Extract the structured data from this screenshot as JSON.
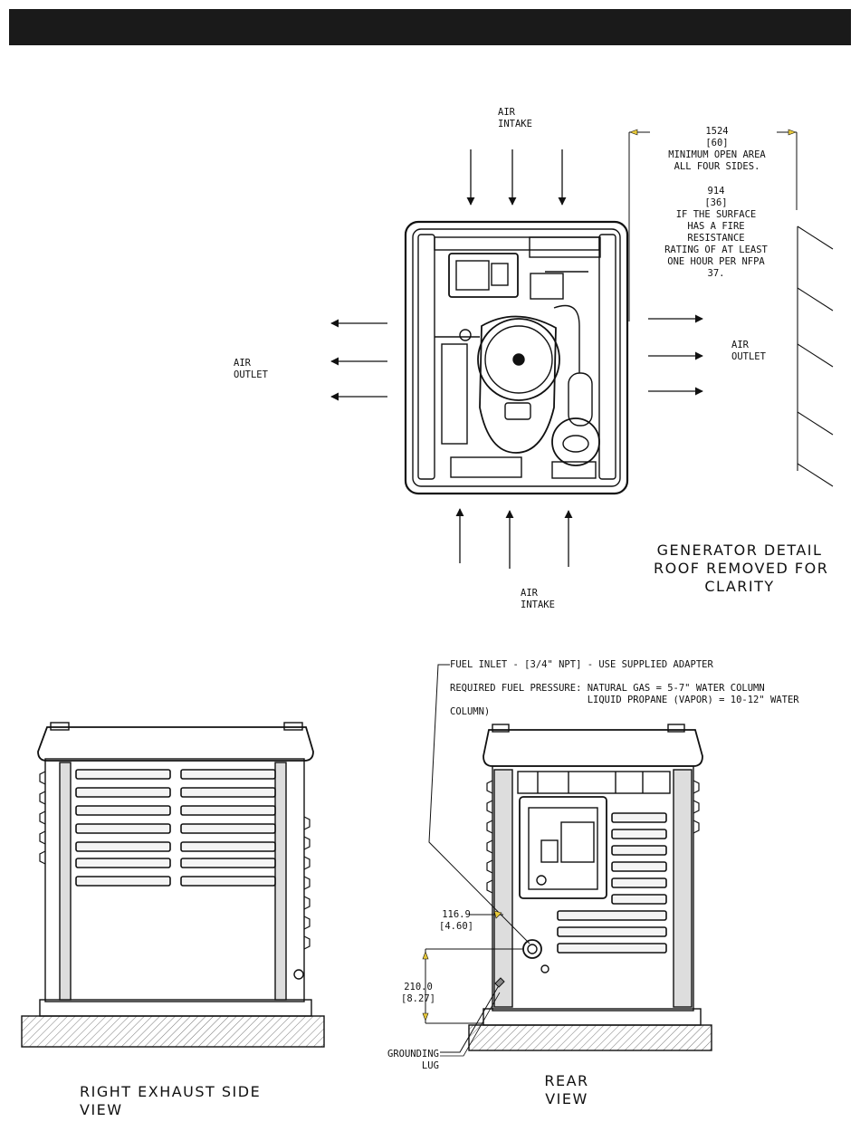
{
  "top_detail": {
    "air_intake_top": "AIR\nINTAKE",
    "air_intake_bottom": "AIR\nINTAKE",
    "air_outlet_left": "AIR\nOUTLET",
    "air_outlet_right": "AIR\nOUTLET",
    "clearance_note_1": "1524\n[60]\nMINIMUM OPEN AREA\nALL FOUR SIDES.",
    "clearance_note_2": "914\n[36]\nIF THE SURFACE\nHAS A FIRE\nRESISTANCE\nRATING OF AT LEAST\nONE HOUR PER NFPA\n37.",
    "caption": "GENERATOR DETAIL\nROOF REMOVED FOR\nCLARITY"
  },
  "fuel_notes": {
    "inlet": "FUEL INLET - [3/4\" NPT] - USE SUPPLIED ADAPTER",
    "pressure": "REQUIRED FUEL PRESSURE: NATURAL GAS = 5-7\" WATER COLUMN\n                        LIQUID PROPANE (VAPOR) = 10-12\" WATER\nCOLUMN)"
  },
  "side_view": {
    "caption": "RIGHT EXHAUST SIDE\nVIEW"
  },
  "rear_view": {
    "caption": "REAR\nVIEW",
    "dim_horizontal": "116.9\n[4.60]",
    "dim_vertical": "210.0\n[8.27]",
    "grounding_lug": "GROUNDING\n      LUG"
  },
  "colors": {
    "header": "#1a1a1a",
    "line": "#111111",
    "hatch": "#555555",
    "marker": "#e8c93a"
  }
}
